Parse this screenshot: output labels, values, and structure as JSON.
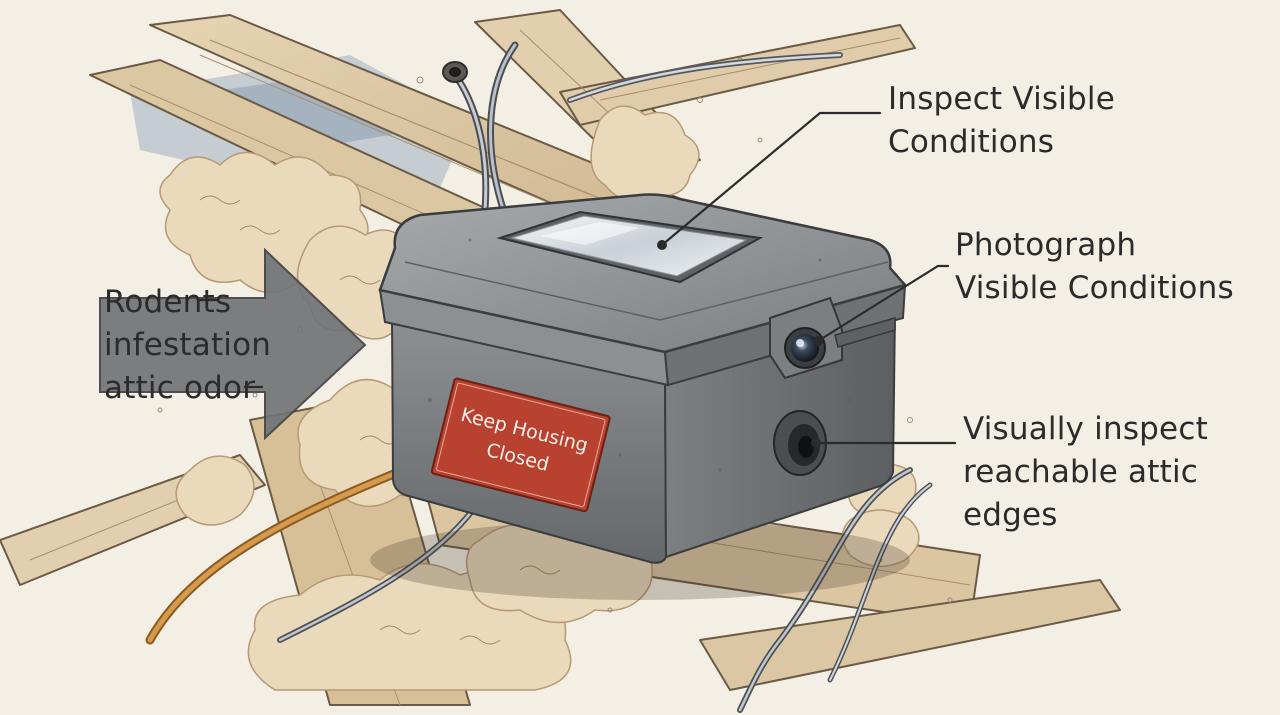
{
  "labels": {
    "rodents": [
      "Rodents",
      "infestation",
      "attic odor"
    ],
    "inspect": [
      "Inspect Visible",
      "Conditions"
    ],
    "photograph": [
      "Photograph",
      "Visible Conditions"
    ],
    "visual_inspect": [
      "Visually inspect",
      "reachable attic",
      "edges"
    ]
  },
  "sticker": [
    "Keep Housing",
    "Closed"
  ],
  "colors": {
    "background": "#f4efe4",
    "housing": "#8a8c8e",
    "sticker": "#b8412f",
    "wood": "#d9c3a0",
    "insulation": "#e8d7b8",
    "arrow": "#6f7275",
    "cable_orange": "#d69a4c"
  }
}
